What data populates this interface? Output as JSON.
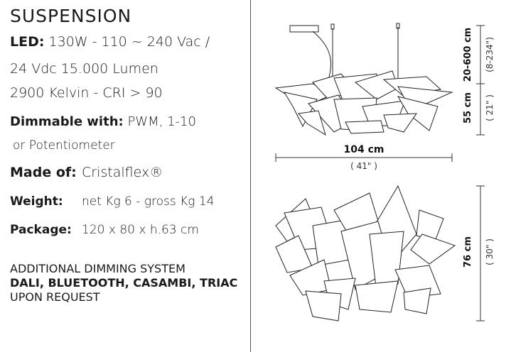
{
  "title": "SUSPENSION",
  "led": {
    "label": "LED:",
    "line1": "130W - 110 ~ 240 Vac /",
    "line2": "24 Vdc 15.000 Lumen",
    "line3": "2900 Kelvin  - CRI > 90"
  },
  "dimmable": {
    "label": "Dimmable with:",
    "value": "PWM, 1-10",
    "line2": "or  Potentiometer"
  },
  "made_of": {
    "label": "Made of:",
    "value": "Cristalflex®"
  },
  "weight": {
    "label": "Weight:",
    "value": "net Kg 6 - gross Kg 14"
  },
  "package": {
    "label": "Package:",
    "value": "120 x 80 x h.63 cm"
  },
  "additional": {
    "line1": "ADDITIONAL DIMMING SYSTEM",
    "line2": "DALI, BLUETOOTH, CASAMBI, TRIAC",
    "line3": "UPON REQUEST"
  },
  "dimensions": {
    "width_cm": "104 cm",
    "width_in": "( 41\" )",
    "height_cm": "55 cm",
    "height_in": "( 21\" )",
    "cable_cm": "20-600 cm",
    "cable_in": "(8-234\")",
    "depth_cm": "76 cm",
    "depth_in": "( 30\" )"
  }
}
